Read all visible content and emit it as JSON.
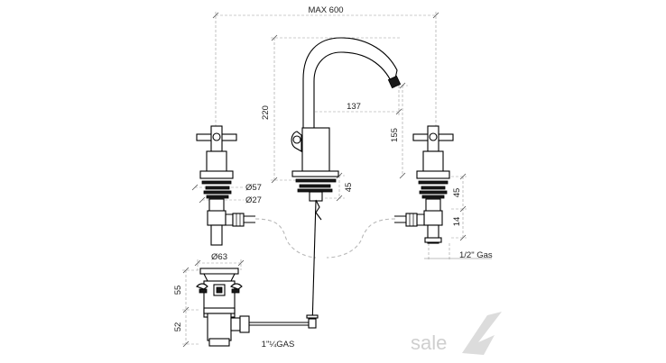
{
  "dimensions": {
    "max_width": "MAX 600",
    "spout_height": "220",
    "spout_reach": "137",
    "outlet_height": "155",
    "deck_thickness_right": "45",
    "deck_thickness_center": "45",
    "tail_length": "14",
    "flange_diameter": "Ø57",
    "body_diameter": "Ø27",
    "waste_diameter": "Ø63",
    "waste_top": "55",
    "waste_bottom": "52"
  },
  "connections": {
    "tap_inlet": "1/2\" Gas",
    "waste_outlet": "1\"¼GAS"
  },
  "watermark": {
    "text": "sale",
    "colors": {
      "text": "#cfcfcf",
      "mark": "#dcdcdc"
    }
  }
}
